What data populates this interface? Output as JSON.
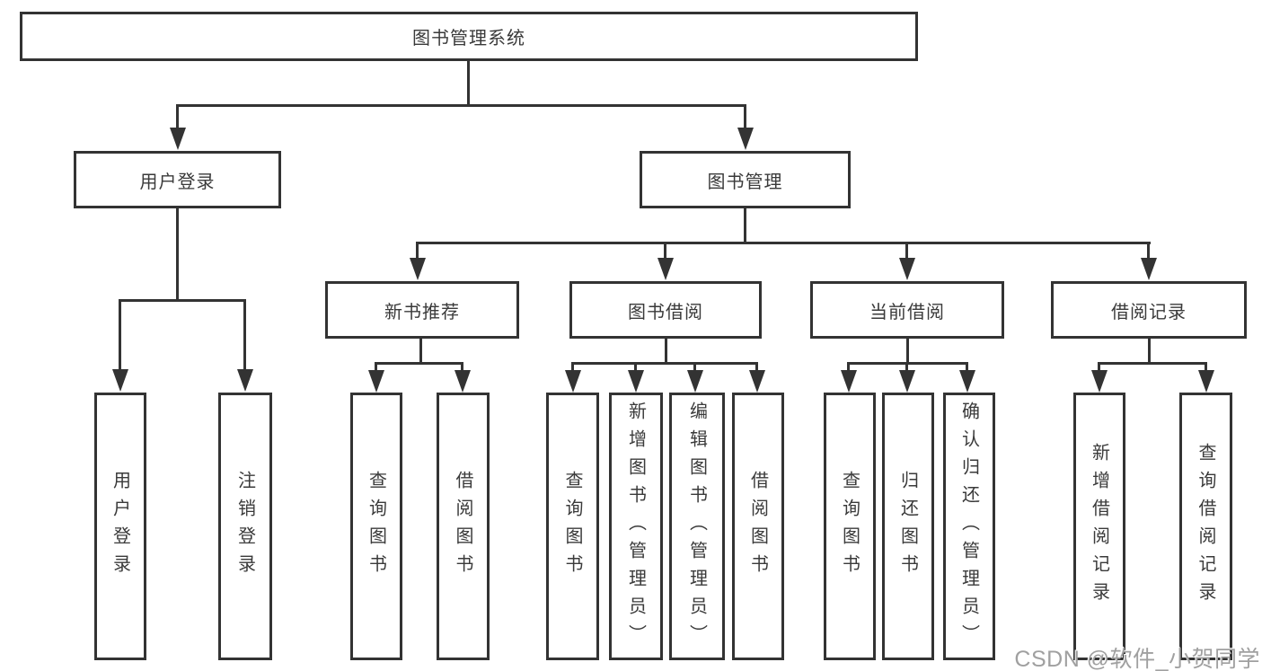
{
  "title": "图书管理系统",
  "watermark": "CSDN @软件_小贺同学",
  "colors": {
    "line": "#333333",
    "text": "#3a3a3a",
    "watermark": "#a0a0a0",
    "background": "#ffffff"
  },
  "nodes": {
    "root": {
      "label": "图书管理系统"
    },
    "level1": [
      {
        "label": "用户登录",
        "parent": "图书管理系统"
      },
      {
        "label": "图书管理",
        "parent": "图书管理系统"
      }
    ],
    "level2": [
      {
        "label": "新书推荐",
        "parent": "图书管理"
      },
      {
        "label": "图书借阅",
        "parent": "图书管理"
      },
      {
        "label": "当前借阅",
        "parent": "图书管理"
      },
      {
        "label": "借阅记录",
        "parent": "图书管理"
      }
    ],
    "level3": [
      {
        "label": "用户登录",
        "parent": "用户登录"
      },
      {
        "label": "注销登录",
        "parent": "用户登录"
      },
      {
        "label": "查询图书",
        "parent": "新书推荐"
      },
      {
        "label": "借阅图书",
        "parent": "新书推荐"
      },
      {
        "label": "查询图书",
        "parent": "图书借阅"
      },
      {
        "label": "新增图书（管理员）",
        "parent": "图书借阅"
      },
      {
        "label": "编辑图书（管理员）",
        "parent": "图书借阅"
      },
      {
        "label": "借阅图书",
        "parent": "图书借阅"
      },
      {
        "label": "查询图书",
        "parent": "当前借阅"
      },
      {
        "label": "归还图书",
        "parent": "当前借阅"
      },
      {
        "label": "确认归还（管理员）",
        "parent": "当前借阅"
      },
      {
        "label": "新增借阅记录",
        "parent": "借阅记录"
      },
      {
        "label": "查询借阅记录",
        "parent": "借阅记录"
      }
    ]
  }
}
